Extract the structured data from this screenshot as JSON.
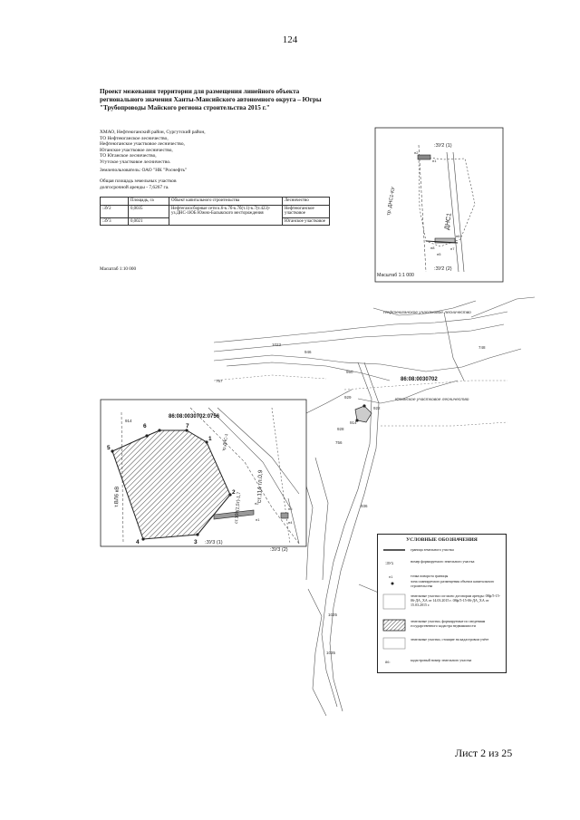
{
  "page_number": "124",
  "title": "Проект межевания территории для размещения линейного объекта регионального значения Ханты-Мансийского автономного округа – Югры \"Трубопроводы Майского региона строительства 2015 г.\"",
  "location_lines": [
    "ХМАО, Нефтеюганский район, Сургутский район,",
    "ТО Нефтеюганское лесничество,",
    "Нефтеюганское участковое лесничество,",
    "Юганское участковое лесничество,",
    "ТО Юганское лесничество,",
    "Угутское участковое лесничество."
  ],
  "client": "Землепользователь: ОАО \"НК \"Роснефть\"",
  "area_lines": [
    "Общая площадь земельных участков",
    "долгосрочной аренды - 7,6267 га."
  ],
  "table": {
    "headers": [
      "",
      "Площадь, га",
      "Объект капитального строительства",
      "Лесничество"
    ],
    "rows": [
      [
        ":ЗУ2",
        "0,0035",
        "Нефтегазосборные сети к.6-к.7б-к.7б(т.1)-к.7(т.423)-уз.ДНС-1ЮБ Южно-Балыкского месторождения",
        "Нефтеюганское участковое"
      ],
      [
        ":ЗУ3",
        "0,0021",
        "",
        "Юганское участковое"
      ]
    ]
  },
  "scales": {
    "main": "Масштаб 1:10 000",
    "inset_right": "Масштаб 1:1 000"
  },
  "inset_right_labels": {
    "parcel_top": ":ЗУ2 (1)",
    "parcel_bottom": ":ЗУ2 (2)",
    "road_left": "тр. ДНС1-КУ",
    "road_dns": "ДНС1",
    "points": [
      "н2",
      "н1",
      "н8",
      "н7",
      "н6",
      "н5",
      "н3",
      "н4"
    ]
  },
  "map_labels": {
    "forestry_top": "Нефтеюганское участковое лесничество",
    "forestry_right": "Юганское участковое лесничество",
    "cadastral_main": "86:08:0030702",
    "cadastral_inset": "86:08:0030702:0756",
    "block_numbers": [
      "1023",
      "946",
      "748",
      "950",
      "767",
      "929",
      "922",
      "914",
      "756",
      "928",
      "1025",
      "936",
      "1035"
    ]
  },
  "inset_left_labels": {
    "points": [
      "1",
      "2",
      "3",
      "4",
      "5",
      "6",
      "7"
    ],
    "parcel_1": ":ЗУ3 (1)",
    "parcel_2": ":ЗУ3 (2)",
    "road_label": "ст.114 гл.0,9",
    "pipe_label": "ст.159(2,5т)-1,7",
    "side_label": "т.ВЛ6 кВ",
    "side_label_2": "тр.ДНС-1",
    "block": "914",
    "points_small": [
      "н2",
      "н1",
      "н8",
      "н7",
      "н6",
      "н5",
      "н4",
      "н3"
    ]
  },
  "legend": {
    "title": "УСЛОВНЫЕ ОБОЗНАЧЕНИЯ",
    "items": [
      "граница земельного участка",
      "номер формируемого земельного участка",
      "точка поворота границы",
      "зона планируемого размещения объекта капитального строительства",
      "земельные участки согласно договорам аренды: 08ф/5-15-06-ДА_ХА от 14.03.2015 г. 08ф/5-15-06-ДА_ХА от 15.03.2015 г.",
      "земельные участки, формируемые по сведениям государственного кадастра недвижимости",
      "земельные участки, стоящие на кадастровом учёте",
      "кадастровый номер земельного участка"
    ],
    "symbols": [
      "",
      ":ЗУ1",
      "н1",
      "",
      "",
      "",
      "",
      "86:"
    ]
  },
  "sheet_label": "Лист 2 из 25"
}
